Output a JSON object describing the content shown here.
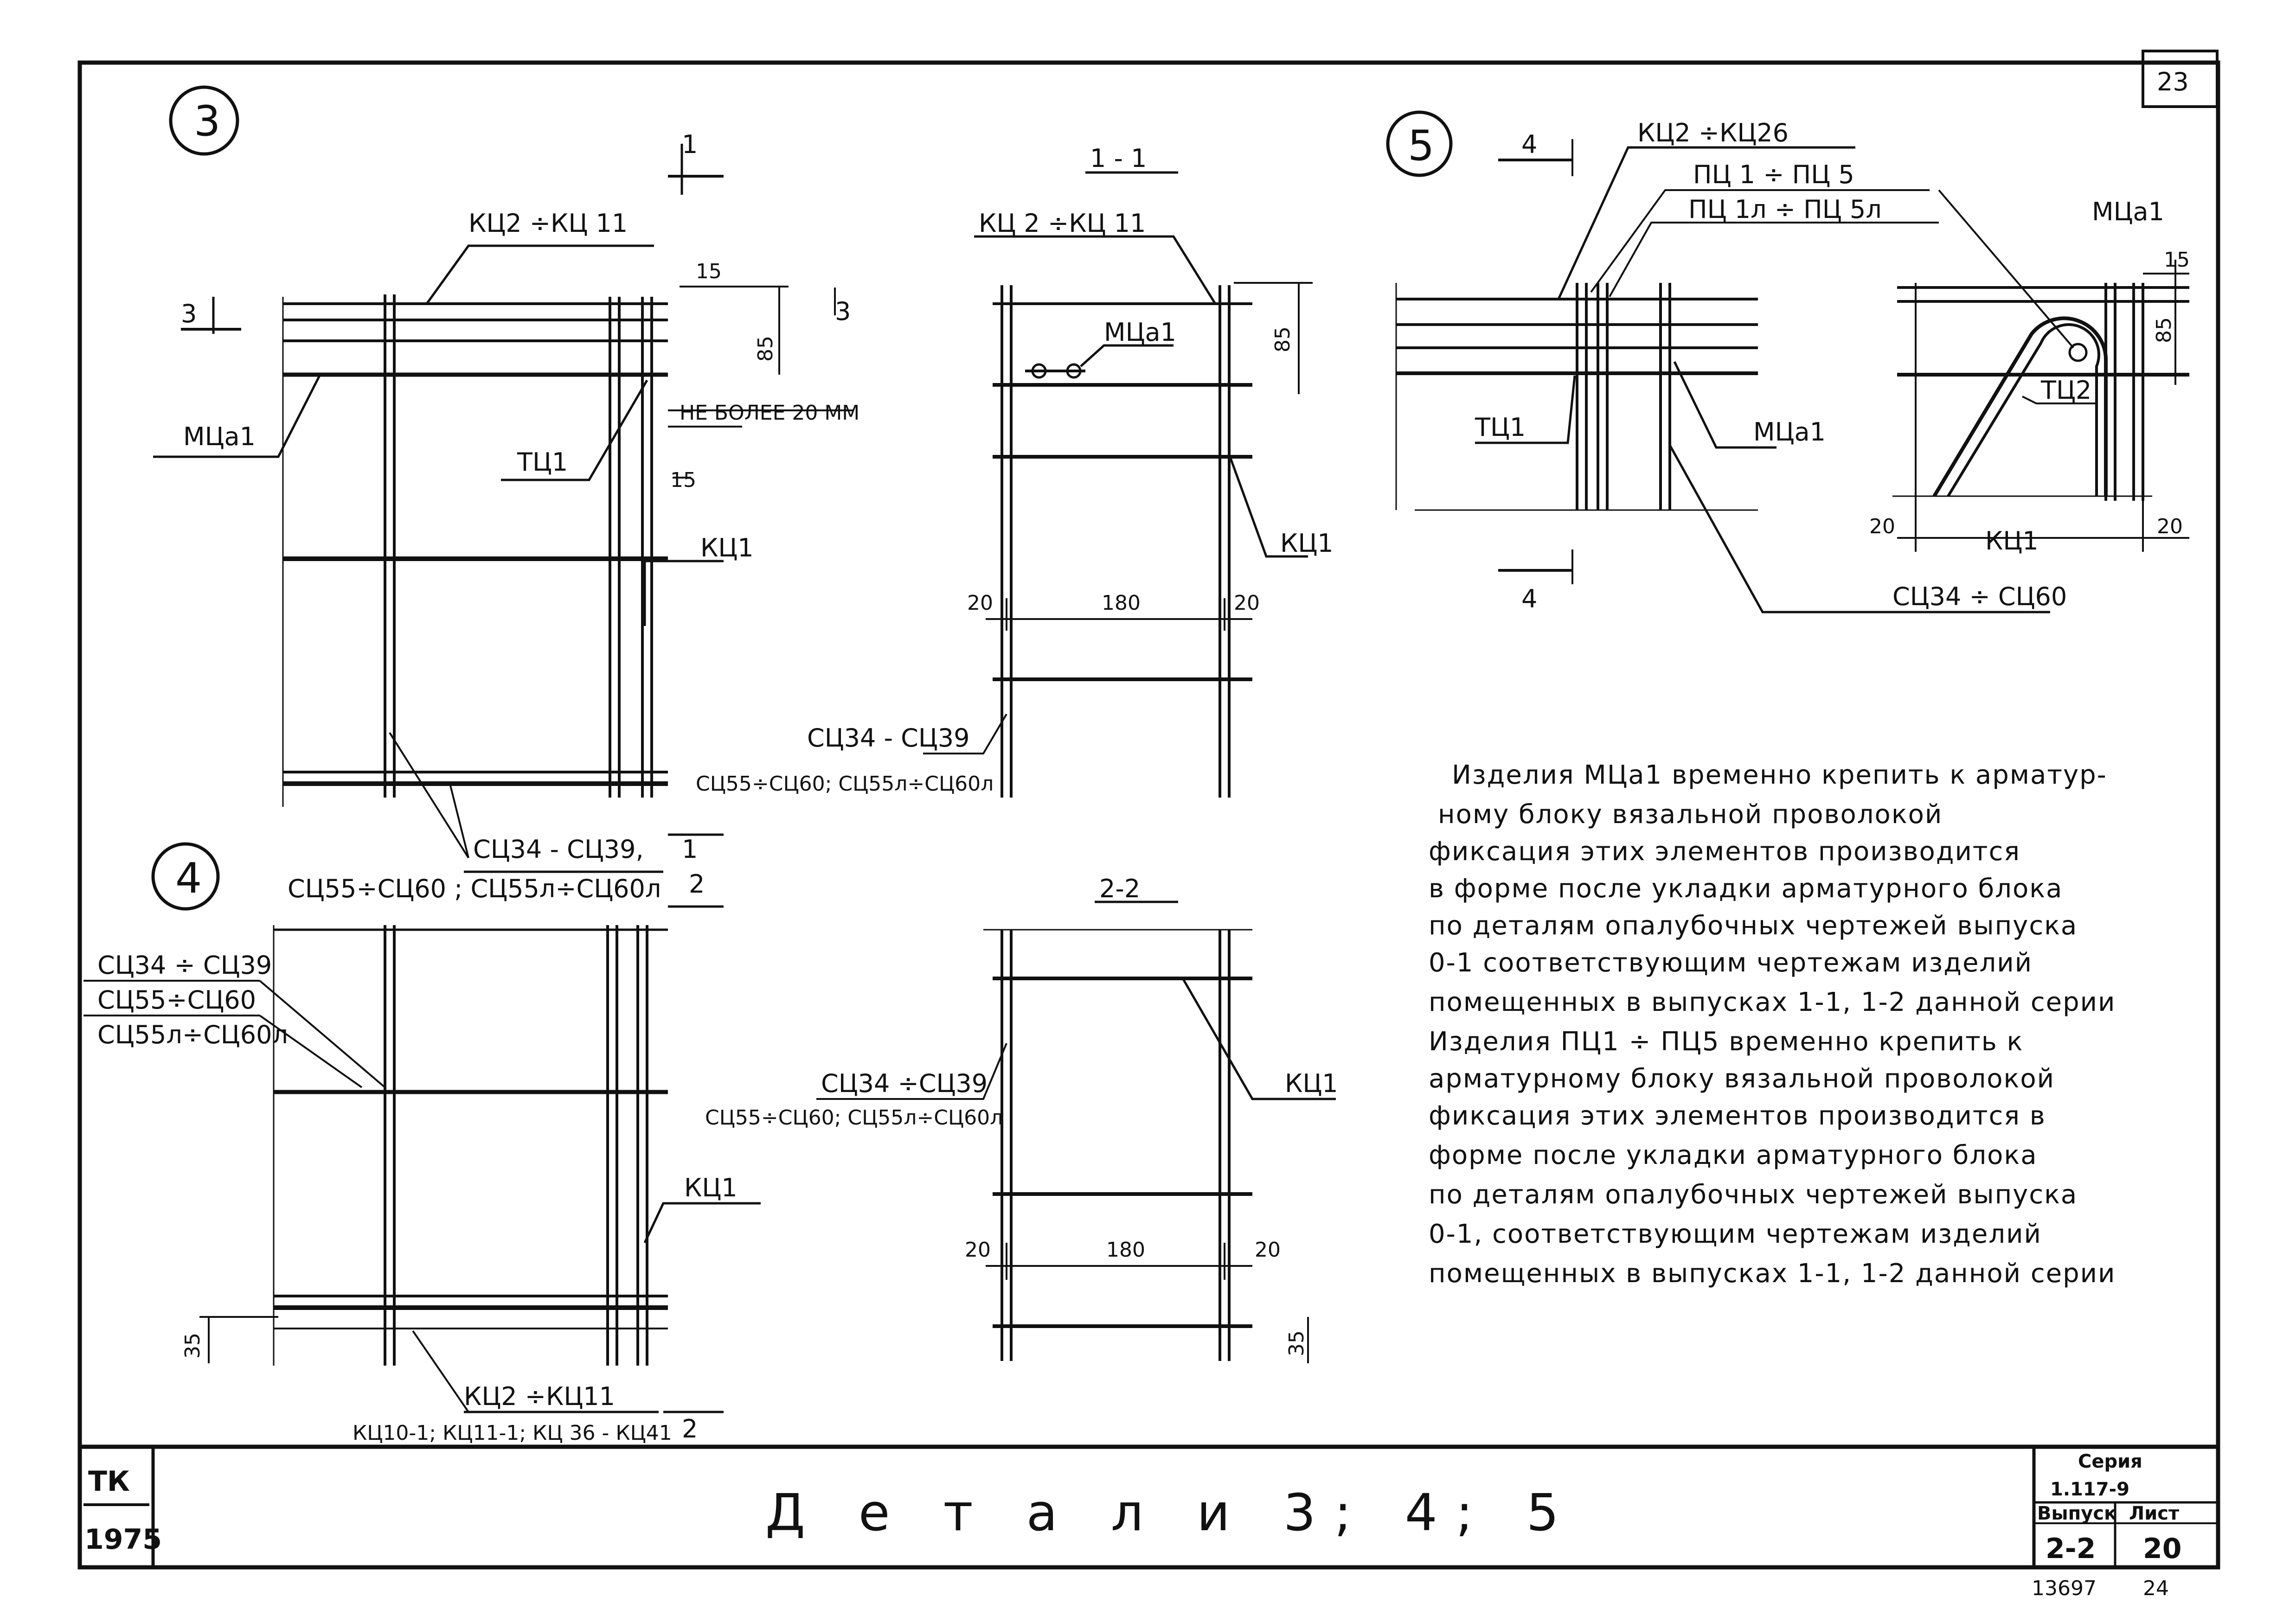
{
  "sheet": {
    "page_number": "23",
    "stamp_left": "13697",
    "stamp_right": "24"
  },
  "title_block": {
    "org_top": "ТК",
    "org_bottom": "1975",
    "title": "Д е т а л и  3; 4; 5",
    "series_label": "Серия",
    "series_value": "1.117-9",
    "issue_label": "Выпуск",
    "sheet_label": "Лист",
    "issue_value": "2-2",
    "sheet_value": "20"
  },
  "detail3": {
    "marker": "3",
    "cut1_label": "1",
    "cut3_left": "3",
    "cut3_right": "3",
    "top_label": "КЦ2 ÷КЦ 11",
    "mca1": "МЦа1",
    "dim_15a": "15",
    "dim_85": "85",
    "not_more": "НЕ БОЛЕЕ 20 ММ",
    "tc1": "ТЦ1",
    "dim_15b": "15",
    "kc1": "КЦ1",
    "sc_line1": "СЦ34 - СЦ39,",
    "sc_line2": "СЦ55÷СЦ60 ; СЦ55л÷СЦ60л",
    "cut1b_label": "1",
    "cut2_label": "2"
  },
  "section11": {
    "title": "1 - 1",
    "top_label": "КЦ 2 ÷КЦ 11",
    "mca1": "МЦа1",
    "dim_85": "85",
    "kc1": "КЦ1",
    "dim_20a": "20",
    "dim_180": "180",
    "dim_20b": "20",
    "sc_line1": "СЦ34 - СЦ39",
    "sc_line2": "СЦ55÷СЦ60; СЦ55л÷СЦ60л"
  },
  "detail4": {
    "marker": "4",
    "sc_line1": "СЦ34 ÷ СЦ39",
    "sc_line2": "СЦ55÷СЦ60",
    "sc_line3": "СЦ55л÷СЦ60л",
    "kc1": "КЦ1",
    "dim_35": "35",
    "bottom_line1": "КЦ2 ÷КЦ11",
    "bottom_line2": "КЦ10-1; КЦ11-1; КЦ 36 - КЦ41",
    "cut2_label": "2"
  },
  "section22": {
    "title": "2-2",
    "sc_line1": "СЦ34 ÷СЦ39",
    "sc_line2": "СЦ55÷СЦ60; СЦ55л÷СЦ60л",
    "kc1": "КЦ1",
    "dim_20a": "20",
    "dim_180": "180",
    "dim_20b": "20",
    "dim_35": "35"
  },
  "detail5": {
    "marker": "5",
    "cut4_top": "4",
    "cut4_bottom": "4",
    "top_label": "КЦ2 ÷КЦ26",
    "pc_line1": "ПЦ 1 ÷ ПЦ 5",
    "pc_line2": "ПЦ 1л ÷ ПЦ 5л",
    "mca1_right": "МЦа1",
    "dim_15": "15",
    "dim_85": "85",
    "tc1": "ТЦ1",
    "mca1_mid": "МЦа1",
    "tc2": "ТЦ2",
    "dim_20a": "20",
    "kc1": "КЦ1",
    "dim_20b": "20",
    "sc": "СЦ34 ÷ СЦ60"
  },
  "notes": [
    "Изделия МЦа1 временно крепить к арматур-",
    "ному блоку вязальной проволокой",
    "фиксация этих элементов производится",
    "в форме после укладки арматурного блока",
    "по деталям опалубочных чертежей выпуска",
    "0-1 соответствующим чертежам изделий",
    "помещенных в выпусках 1-1, 1-2 данной серии",
    "Изделия ПЦ1 ÷ ПЦ5 временно крепить к",
    "арматурному блоку вязальной проволокой",
    "фиксация этих элементов производится в",
    "форме после укладки арматурного блока",
    "по деталям опалубочных чертежей выпуска",
    "0-1, соответствующим чертежам изделий",
    "помещенных в выпусках 1-1, 1-2 данной серии"
  ]
}
